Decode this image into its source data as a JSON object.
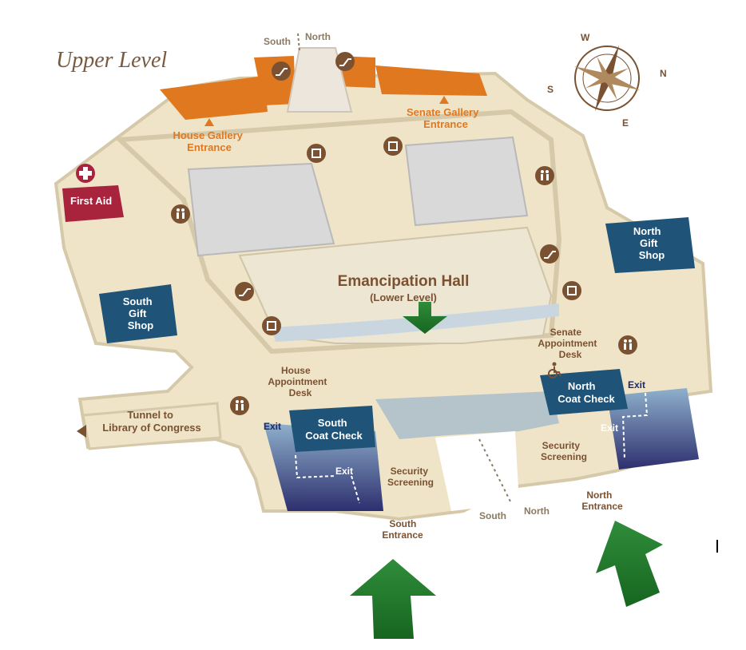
{
  "title": "Upper Level",
  "compass": {
    "w": "W",
    "n": "N",
    "e": "E",
    "s": "S"
  },
  "top_direction": {
    "south": "South",
    "north": "North"
  },
  "bottom_direction": {
    "south": "South",
    "north": "North"
  },
  "areas": {
    "house_gallery": [
      "House Gallery",
      "Entrance"
    ],
    "senate_gallery": [
      "Senate Gallery",
      "Entrance"
    ],
    "first_aid": "First Aid",
    "north_gift_shop": [
      "North",
      "Gift",
      "Shop"
    ],
    "south_gift_shop": [
      "South",
      "Gift",
      "Shop"
    ],
    "emancipation_hall": "Emancipation Hall",
    "lower_level": "(Lower Level)",
    "senate_appointment": [
      "Senate",
      "Appointment",
      "Desk"
    ],
    "house_appointment": [
      "House",
      "Appointment",
      "Desk"
    ],
    "north_coat_check": [
      "North",
      "Coat Check"
    ],
    "south_coat_check": [
      "South",
      "Coat Check"
    ],
    "tunnel": [
      "Tunnel to",
      "Library of Congress"
    ],
    "exit": "Exit",
    "security_south": [
      "Security",
      "Screening"
    ],
    "security_north": [
      "Security",
      "Screening"
    ],
    "south_entrance": [
      "South",
      "Entrance"
    ],
    "north_entrance": [
      "North",
      "Entrance"
    ]
  },
  "colors": {
    "floor": "#efe4c8",
    "wall": "#d8cdb4",
    "gallery": "#e0781f",
    "shop": "#1f5478",
    "first_aid": "#a8243c",
    "exit_area": "#2d2f6e",
    "arrow": "#1f7a2a",
    "icon": "#7a5232"
  },
  "icons": [
    "elevator-icon",
    "escalator-icon",
    "restroom-icon",
    "accessible-icon",
    "first-aid-icon",
    "compass-rose-icon"
  ]
}
